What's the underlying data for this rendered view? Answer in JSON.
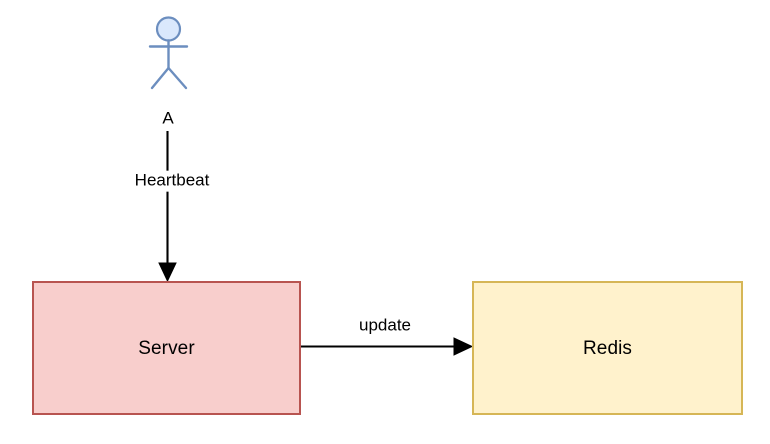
{
  "diagram": {
    "type": "architecture-flow-diagram",
    "background_color": "#ffffff",
    "nodes": [
      {
        "id": "actor",
        "kind": "actor-stick-figure",
        "label": "A",
        "stroke_color": "#6c8ebf",
        "fill_color": "#dae8fc"
      },
      {
        "id": "server",
        "kind": "rectangle",
        "label": "Server",
        "fill_color": "#f8cecc",
        "stroke_color": "#b85450",
        "text_color": "#000000"
      },
      {
        "id": "redis",
        "kind": "rectangle",
        "label": "Redis",
        "fill_color": "#fff2cc",
        "stroke_color": "#d6b656",
        "text_color": "#000000"
      }
    ],
    "edges": [
      {
        "id": "actor-to-server",
        "label": "Heartbeat",
        "from": "actor",
        "to": "server",
        "direction": "down",
        "stroke_color": "#000000",
        "arrowhead": "filled-triangle"
      },
      {
        "id": "server-to-redis",
        "label": "update",
        "from": "server",
        "to": "redis",
        "direction": "right",
        "stroke_color": "#000000",
        "arrowhead": "filled-triangle"
      }
    ]
  }
}
